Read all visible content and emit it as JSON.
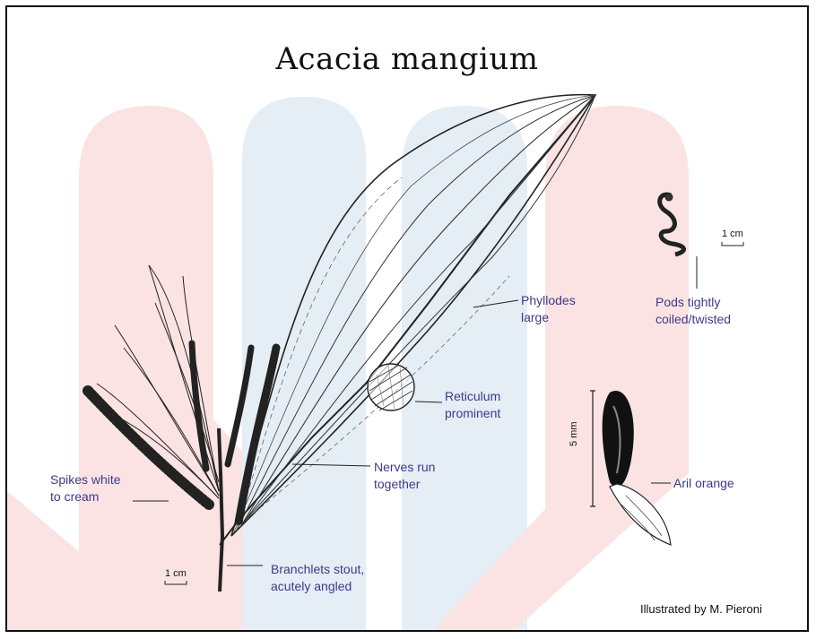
{
  "title": "Acacia mangium",
  "labels": {
    "phyllodes": [
      "Phyllodes",
      "large"
    ],
    "pods": [
      "Pods tightly",
      "coiled/twisted"
    ],
    "reticulum": [
      "Reticulum",
      "prominent"
    ],
    "aril": "Aril orange",
    "nerves": [
      "Nerves run",
      "together"
    ],
    "spikes": [
      "Spikes white",
      "to cream"
    ],
    "branchlets": [
      "Branchlets stout,",
      "acutely angled"
    ]
  },
  "scales": {
    "pod_scale": "1 cm",
    "branch_scale": "1 cm",
    "seed_scale": "5 mm"
  },
  "credit": "Illustrated by M. Pieroni",
  "colors": {
    "label_text": "#3b3b8a",
    "watermark_pink": "#fbe3e3",
    "watermark_blue": "#e5edf5",
    "line": "#222222"
  }
}
